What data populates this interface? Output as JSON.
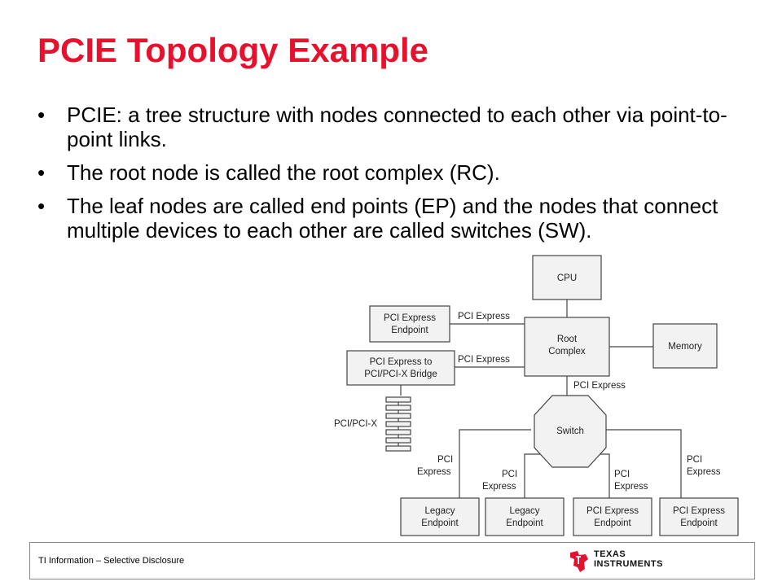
{
  "title": "PCIE Topology Example",
  "bullets": [
    "PCIE: a tree structure with nodes connected to each other via point-to-point links.",
    "The root node is called the root complex (RC).",
    "The leaf nodes are called end points (EP) and the nodes that connect multiple devices to each other are called switches (SW)."
  ],
  "bullet_symbol": "•",
  "diagram": {
    "nodes": {
      "cpu": "CPU",
      "root_complex": [
        "Root",
        "Complex"
      ],
      "memory": "Memory",
      "pcie_endpoint": [
        "PCI Express",
        "Endpoint"
      ],
      "bridge": [
        "PCI Express to",
        "PCI/PCI-X Bridge"
      ],
      "switch": "Switch",
      "legacy_endpoint_1": [
        "Legacy",
        "Endpoint"
      ],
      "legacy_endpoint_2": [
        "Legacy",
        "Endpoint"
      ],
      "pcie_endpoint_1": [
        "PCI Express",
        "Endpoint"
      ],
      "pcie_endpoint_2": [
        "PCI Express",
        "Endpoint"
      ]
    },
    "links": {
      "endpoint_to_rc": "PCI Express",
      "bridge_to_rc": "PCI Express",
      "rc_to_switch": "PCI Express",
      "switch_to_legacy_1": [
        "PCI",
        "Express"
      ],
      "switch_to_legacy_2": [
        "PCI",
        "Express"
      ],
      "switch_to_pcie_ep_1": [
        "PCI",
        "Express"
      ],
      "switch_to_pcie_ep_2": [
        "PCI",
        "Express"
      ]
    },
    "bus_label": "PCI/PCI-X"
  },
  "footer": {
    "text": "TI Information – Selective Disclosure",
    "logo_text": [
      "TEXAS",
      "INSTRUMENTS"
    ],
    "logo_color": "#e8112d"
  },
  "colors": {
    "title": "#e8112d",
    "box_fill": "#f2f2f2",
    "box_stroke": "#444444"
  }
}
